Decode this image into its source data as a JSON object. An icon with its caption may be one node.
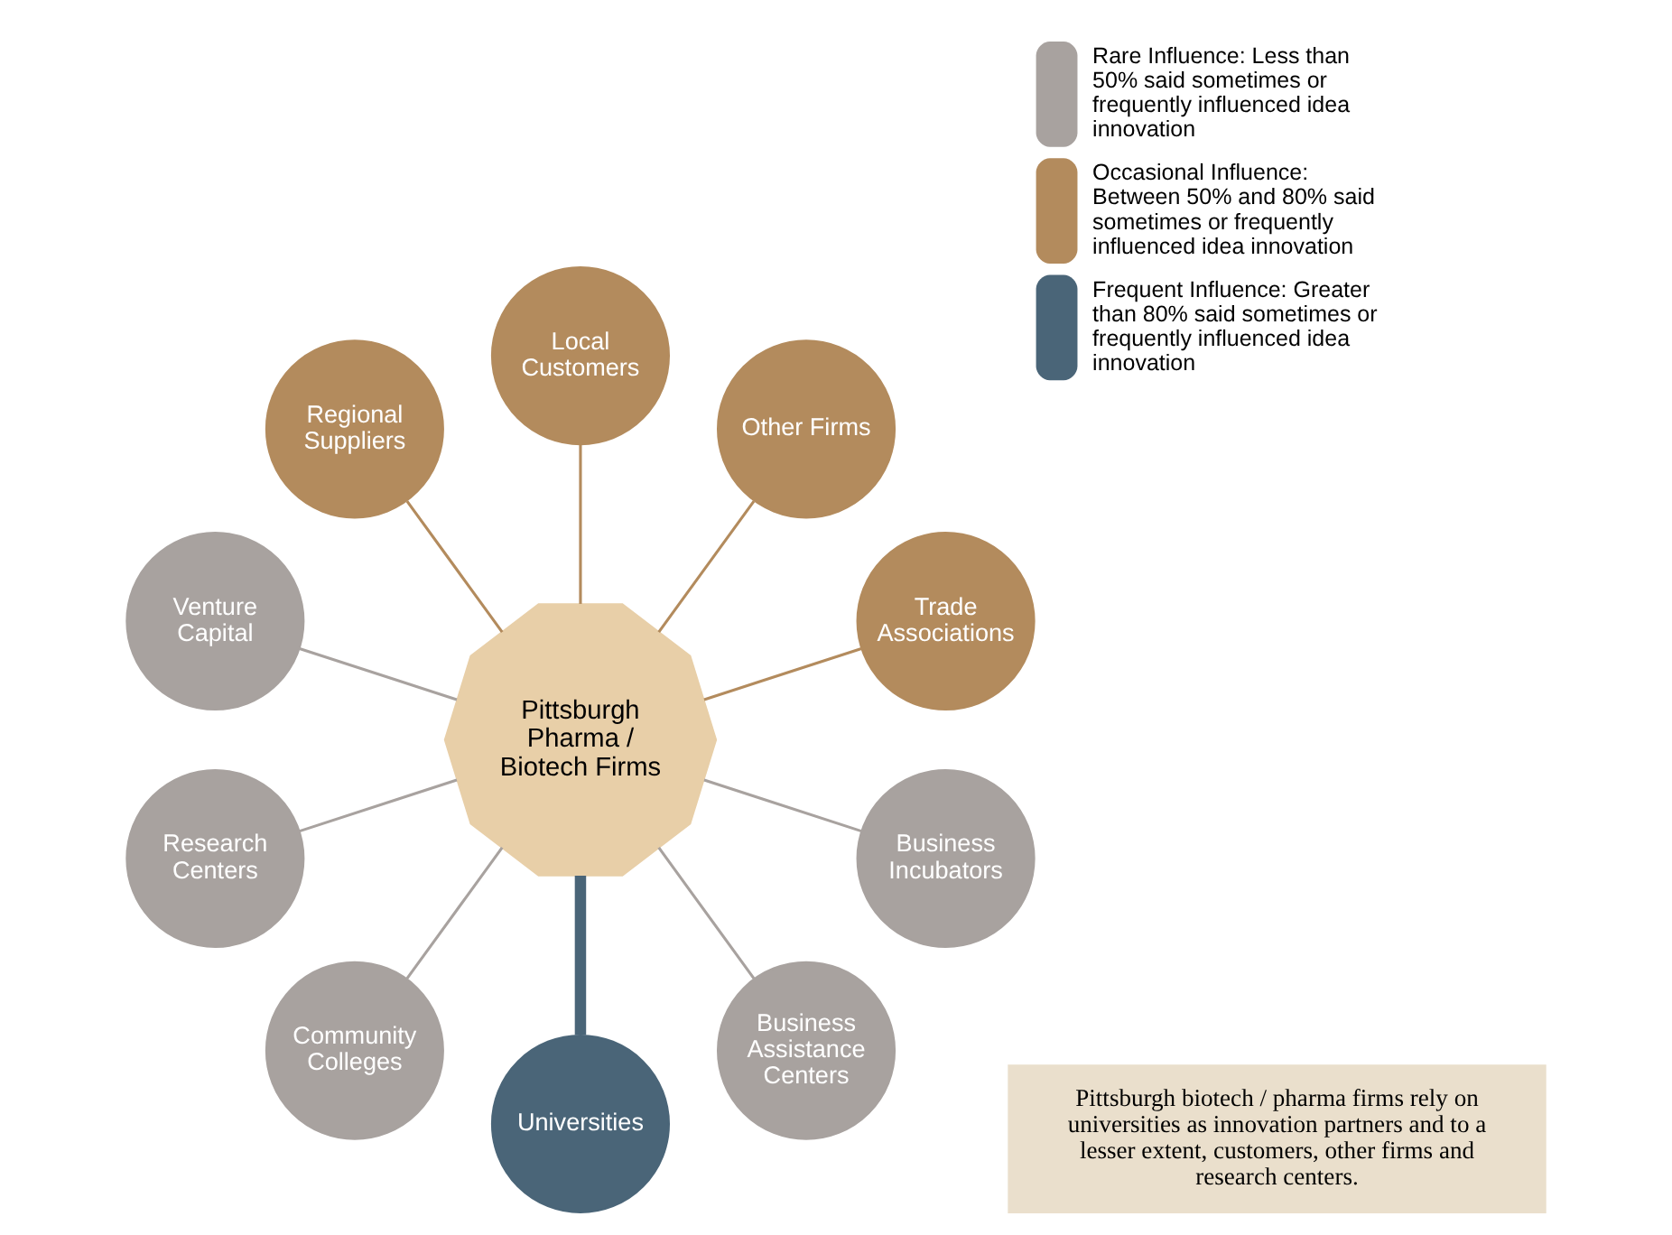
{
  "diagram": {
    "nodes": [
      {
        "text": [
          "Pittsburgh biotech / pharma firms rely on universities as innovation partners and to a lesser extent, customers, other firms and research centers."
        ]
      },
      {
        "text": [
          "Pittsburgh Pharma / Biotech Firms"
        ]
      },
      {
        "text": [
          "Trade Associations"
        ]
      },
      {
        "text": [
          "Other Firms"
        ]
      },
      {
        "text": [
          "Local Customers"
        ]
      },
      {
        "text": [
          "Regional Suppliers"
        ]
      },
      {
        "text": [
          "Venture Capital"
        ]
      },
      {
        "text": [
          "Research Centers"
        ]
      },
      {
        "text": [
          "Community Colleges"
        ]
      },
      {
        "text": [
          "Universities"
        ]
      },
      {
        "text": [
          "Business Assistance Centers"
        ]
      },
      {
        "text": [
          "Business Incubators"
        ]
      }
    ],
    "edges": [
      {
        "from": 1,
        "to": 2,
        "arrow": "none",
        "color": "#b38b5d"
      },
      {
        "from": 1,
        "to": 3,
        "arrow": "none",
        "color": "#b38b5d"
      },
      {
        "from": 1,
        "to": 4,
        "arrow": "none",
        "color": "#b38b5d"
      },
      {
        "from": 1,
        "to": 5,
        "arrow": "none",
        "color": "#b38b5d"
      },
      {
        "from": 1,
        "to": 6,
        "arrow": "none"
      },
      {
        "from": 1,
        "to": 7,
        "arrow": "none"
      },
      {
        "from": 1,
        "to": 8,
        "arrow": "none"
      },
      {
        "from": 1,
        "to": 9,
        "arrow": "none",
        "style": "thick",
        "color": "#4a6578"
      },
      {
        "from": 1,
        "to": 10,
        "arrow": "none"
      },
      {
        "from": 1,
        "to": 11,
        "arrow": "none"
      }
    ],
    "legend": [
      {
        "text": "Rare Influence: Less than 50% said sometimes or frequently influenced idea innovation",
        "color": "#a8a29f"
      },
      {
        "text": "Occasional Influence: Between 50% and 80% said sometimes or frequently influenced idea innovation",
        "color": "#b38b5d"
      },
      {
        "text": "Frequent Influence: Greater than 80% said sometimes or frequently influenced idea innovation",
        "color": "#4a6578"
      }
    ]
  }
}
